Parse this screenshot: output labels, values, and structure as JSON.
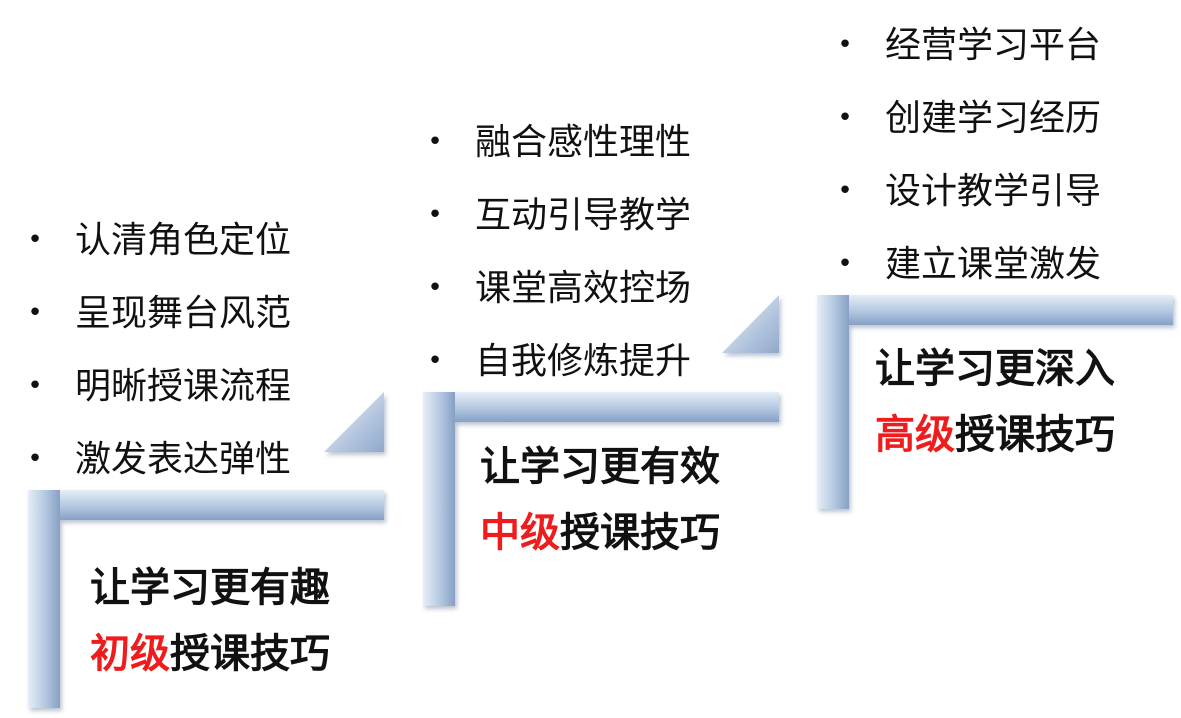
{
  "steps": [
    {
      "id": "beginner",
      "items": [
        "认清角色定位",
        "呈现舞台风范",
        "明晰授课流程",
        "激发表达弹性"
      ],
      "goal": "让学习更有趣",
      "level": "初级",
      "skill": "授课技巧"
    },
    {
      "id": "intermediate",
      "items": [
        "融合感性理性",
        "互动引导教学",
        "课堂高效控场",
        "自我修炼提升"
      ],
      "goal": "让学习更有效",
      "level": "中级",
      "skill": "授课技巧"
    },
    {
      "id": "advanced",
      "items": [
        "经营学习平台",
        "创建学习经历",
        "设计教学引导",
        "建立课堂激发"
      ],
      "goal": "让学习更深入",
      "level": "高级",
      "skill": "授课技巧"
    }
  ],
  "bullet_symbol": "•",
  "colors": {
    "level_text": "#ee1c1c",
    "body_text": "#111111",
    "bar_light": "#e4ecf6",
    "bar_mid": "#aac0dc",
    "bar_dark": "#7d98be"
  }
}
